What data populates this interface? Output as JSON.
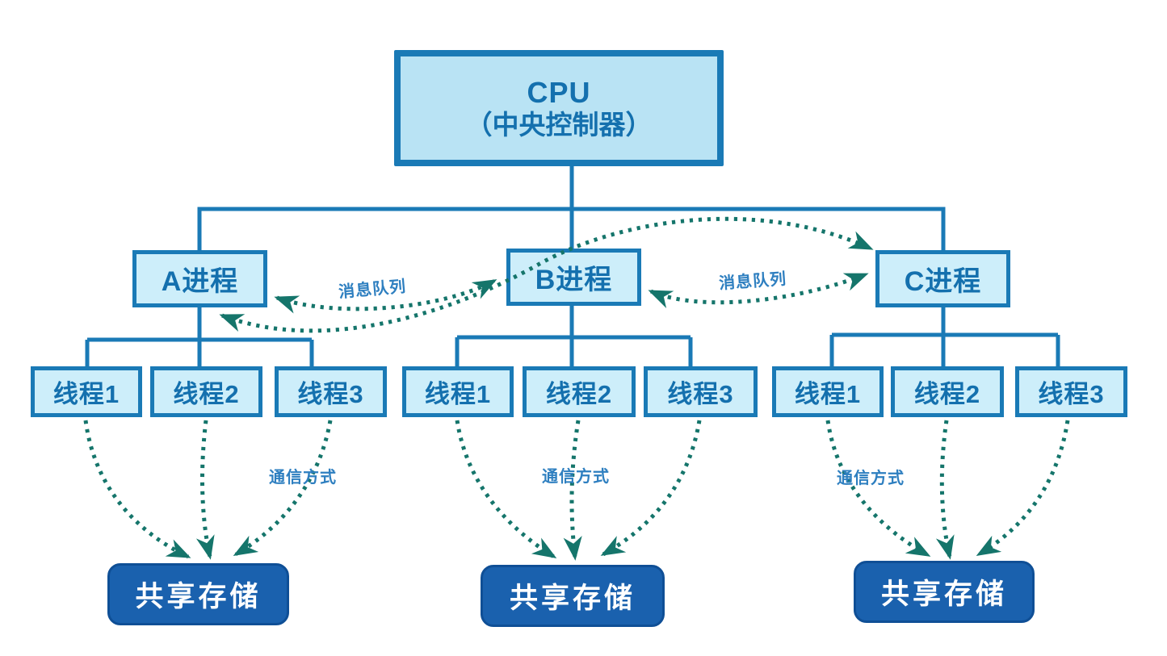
{
  "diagram": {
    "cpu": {
      "line1": "CPU",
      "line2": "（中央控制器）"
    },
    "message_queue_labels": [
      {
        "text": "消息队列"
      },
      {
        "text": "消息队列"
      }
    ],
    "groups": [
      {
        "process": "A进程",
        "threads": [
          "线程1",
          "线程2",
          "线程3"
        ],
        "comm_label": "通信方式",
        "storage": "共享存储"
      },
      {
        "process": "B进程",
        "threads": [
          "线程1",
          "线程2",
          "线程3"
        ],
        "comm_label": "通信方式",
        "storage": "共享存储"
      },
      {
        "process": "C进程",
        "threads": [
          "线程1",
          "线程2",
          "线程3"
        ],
        "comm_label": "通信方式",
        "storage": "共享存储"
      }
    ],
    "colors": {
      "connector_blue": "#1a7ab6",
      "box_fill": "#cdeefa",
      "cpu_fill": "#b9e3f4",
      "box_text": "#1470ae",
      "storage_fill": "#1a61ae",
      "storage_text": "#ffffff",
      "arrow_teal": "#15756b",
      "label_blue": "#2e7fc0"
    }
  }
}
